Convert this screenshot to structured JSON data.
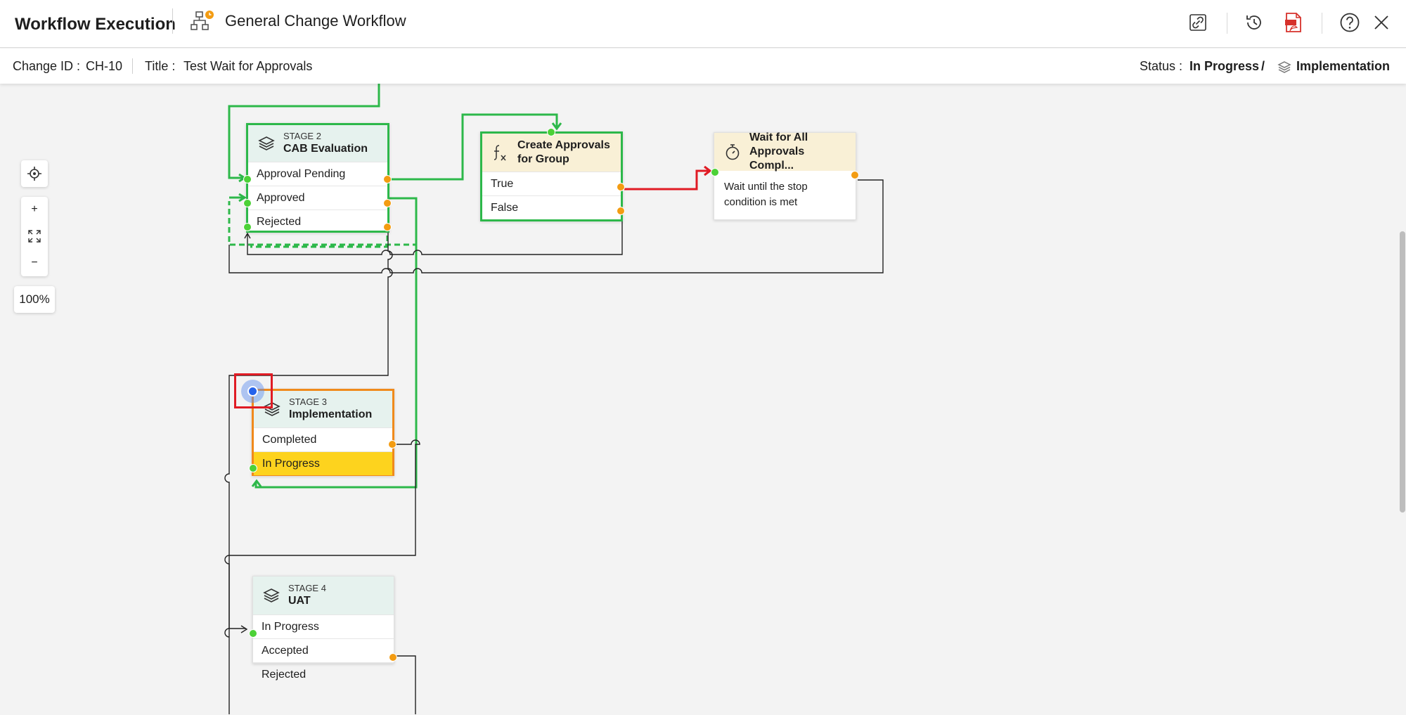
{
  "header": {
    "app_title": "Workflow Execution",
    "workflow_name": "General Change Workflow",
    "icons": [
      "workflow-icon",
      "link-icon",
      "history-icon",
      "pdf-icon",
      "help-icon",
      "close-icon"
    ]
  },
  "infobar": {
    "change_id_label": "Change ID :",
    "change_id_value": "CH-10",
    "title_label": "Title :",
    "title_value": "Test Wait for Approvals",
    "status_label": "Status :",
    "status_value": "In Progress",
    "status_separator": "/",
    "stage_value": "Implementation"
  },
  "canvas": {
    "zoom_level": "100%",
    "zoom_in": "+",
    "zoom_out": "−"
  },
  "nodes": {
    "stage2": {
      "sub": "STAGE 2",
      "name": "CAB Evaluation",
      "rows": [
        "Approval Pending",
        "Approved",
        "Rejected"
      ]
    },
    "create_approvals": {
      "name_line1": "Create Approvals",
      "name_line2": "for Group",
      "rows": [
        "True",
        "False"
      ]
    },
    "wait": {
      "name_line1": "Wait for All",
      "name_line2": "Approvals Compl...",
      "body_line1": "Wait until the stop",
      "body_line2": "condition is met"
    },
    "stage3": {
      "sub": "STAGE 3",
      "name": "Implementation",
      "rows": [
        "Completed",
        "In Progress"
      ]
    },
    "stage4": {
      "sub": "STAGE 4",
      "name": "UAT",
      "rows": [
        "In Progress",
        "Accepted",
        "Rejected"
      ]
    }
  },
  "colors": {
    "active_path": "#2db84a",
    "current_stage_border": "#f08a1c",
    "current_status_fill": "#fdd31e",
    "next_path": "#e01b24",
    "input_port": "#4cd137",
    "output_port": "#f39c12"
  }
}
